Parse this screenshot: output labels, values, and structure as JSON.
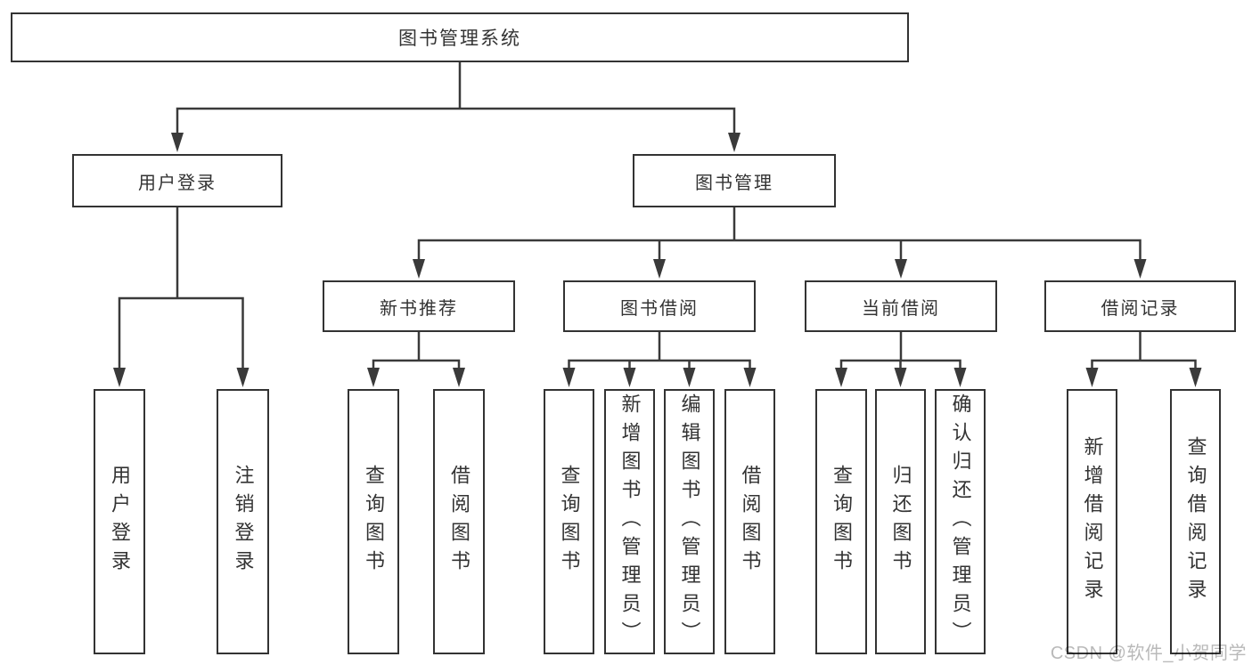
{
  "colors": {
    "line": "#3a3a3a",
    "border": "#333333",
    "text": "#333333",
    "watermark": "#b9b9b9",
    "background": "#ffffff"
  },
  "diagram_type": "hierarchy-tree",
  "root": {
    "label": "图书管理系统"
  },
  "branches": [
    {
      "label": "用户登录",
      "children": [
        "用户登录",
        "注销登录"
      ]
    },
    {
      "label": "图书管理",
      "children": [
        {
          "label": "新书推荐",
          "children": [
            "查询图书",
            "借阅图书"
          ]
        },
        {
          "label": "图书借阅",
          "children": [
            "查询图书",
            "新增图书（管理员）",
            "编辑图书（管理员）",
            "借阅图书"
          ]
        },
        {
          "label": "当前借阅",
          "children": [
            "查询图书",
            "归还图书",
            "确认归还（管理员）"
          ]
        },
        {
          "label": "借阅记录",
          "children": [
            "新增借阅记录",
            "查询借阅记录"
          ]
        }
      ]
    }
  ],
  "watermark": {
    "text": "CSDN @软件_小贺同学"
  }
}
